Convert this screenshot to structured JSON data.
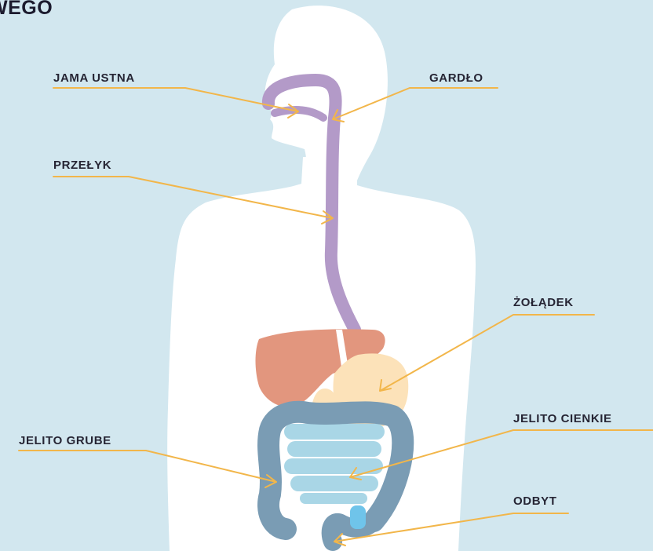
{
  "title": "WEGO",
  "labels": {
    "jama_ustna": "JAMA USTNA",
    "gardlo": "GARDŁO",
    "przelyk": "PRZEŁYK",
    "zoladek": "ŻOŁĄDEK",
    "jelito_grube": "JELITO GRUBE",
    "jelito_cienkie": "JELITO CIENKIE",
    "odbyt": "ODBYT"
  },
  "colors": {
    "background": "#d2e7ef",
    "body_silhouette": "#ffffff",
    "arrow": "#f2b64a",
    "esophagus": "#b39ac8",
    "liver": "#e2967e",
    "stomach": "#fce2b9",
    "large_intestine": "#7a9cb4",
    "small_intestine": "#a9d6e6",
    "rectum_highlight": "#6fc4ea"
  }
}
